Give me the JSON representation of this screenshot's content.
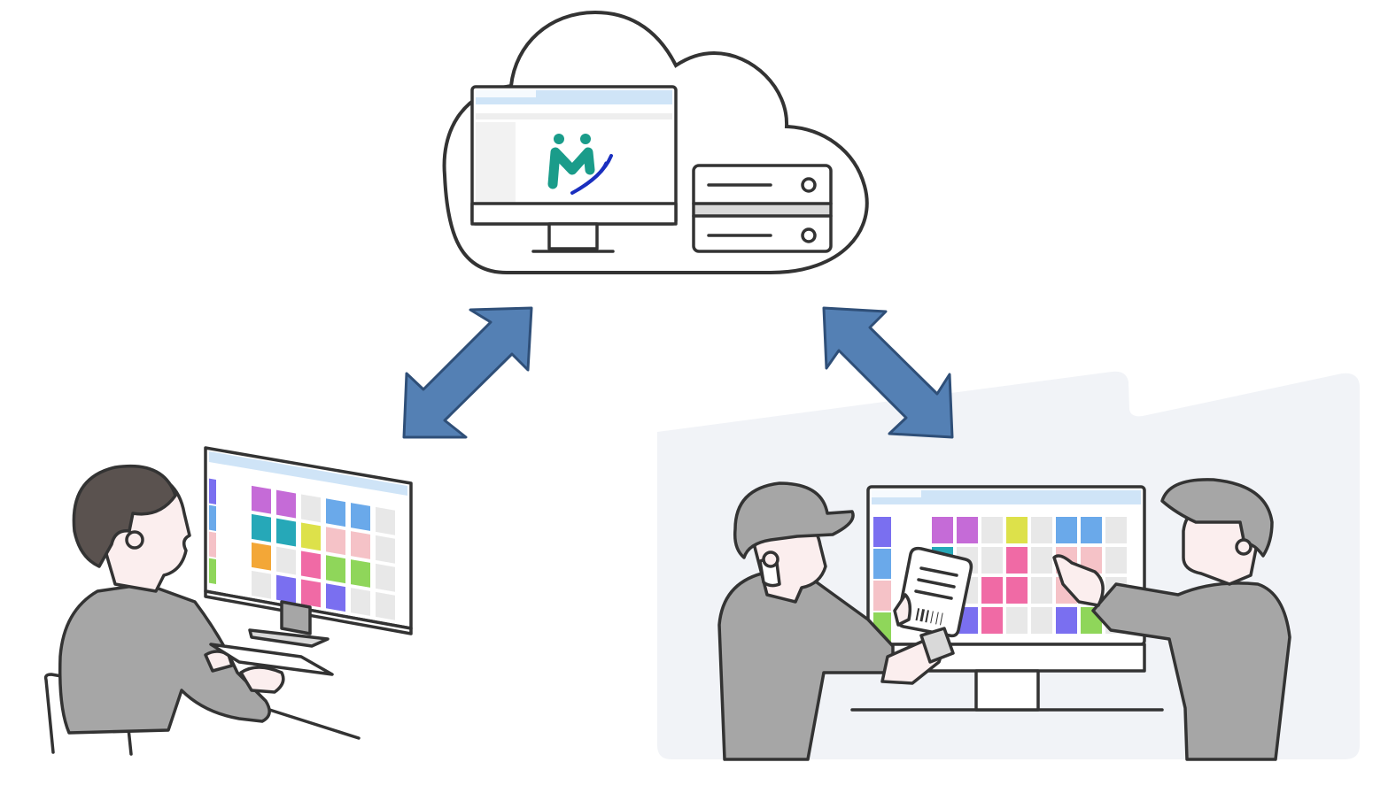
{
  "diagram": {
    "nodes": [
      {
        "id": "cloud",
        "kind": "cloud-server",
        "icon": "cloud-icon"
      },
      {
        "id": "office",
        "kind": "office-worker-at-pc",
        "icon": "office-worker-icon"
      },
      {
        "id": "floor",
        "kind": "factory-floor-workers-with-monitor",
        "icon": "factory-workers-icon"
      }
    ],
    "edges": [
      {
        "from": "cloud",
        "to": "office",
        "bidirectional": true
      },
      {
        "from": "cloud",
        "to": "floor",
        "bidirectional": true
      }
    ]
  },
  "colors": {
    "outline": "#333333",
    "arrow": "#5480b4",
    "logo_teal": "#1a9c8a",
    "logo_blue": "#1a2fbf",
    "floor_bg": "#f1f3f7",
    "uniform_gray": "#a6a6a6",
    "hair": "#5a524f",
    "skin": "#fbeeee",
    "screen_header": "#cfe4f7"
  },
  "schedule_colors": [
    "#7a6ff0",
    "#6aa9ea",
    "#f5c2c7",
    "#8fd65a",
    "#c56bd7",
    "#26a8b8",
    "#f3a737",
    "#f06aa5",
    "#dde14a",
    "#e8e8e8"
  ]
}
